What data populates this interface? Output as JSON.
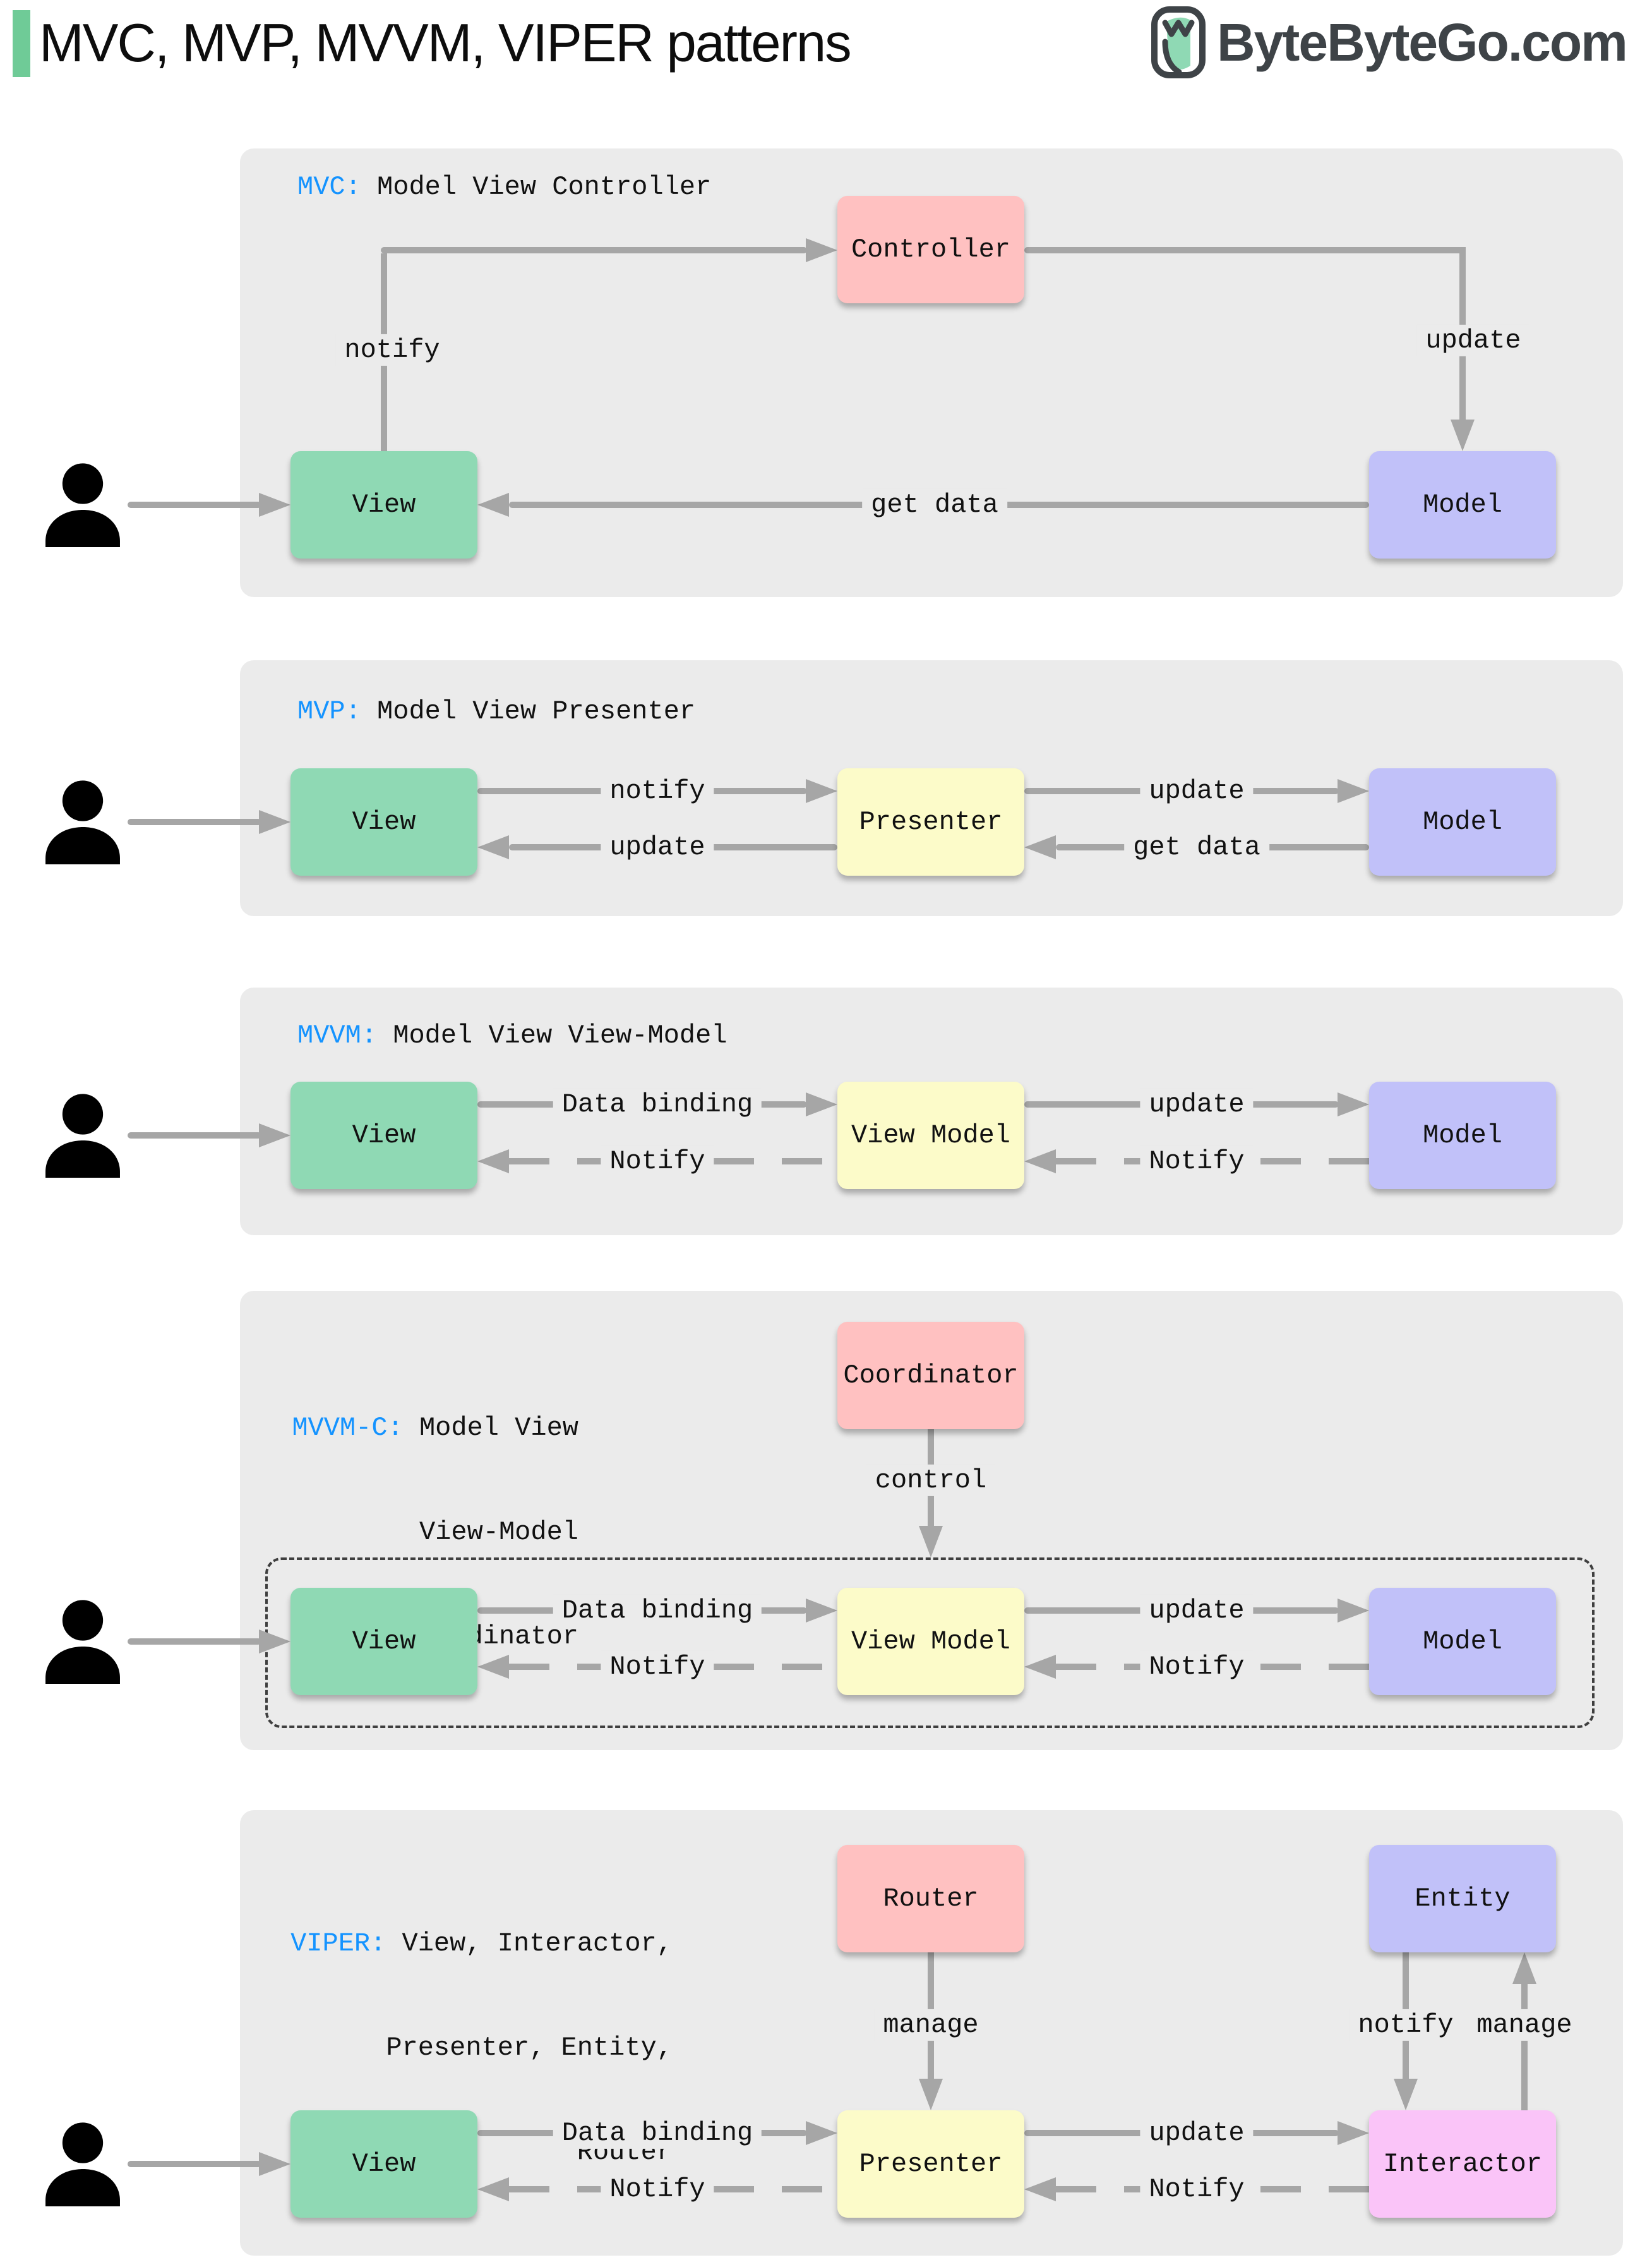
{
  "header": {
    "title": "MVC, MVP, MVVM, VIPER patterns",
    "logo_text": "ByteByteGo.com"
  },
  "icons": {
    "user": "person-icon",
    "logo": "bytebytego-owl-icon"
  },
  "colors": {
    "accent_green": "#6FCB97",
    "panel_bg": "#EBEBEB",
    "box_green": "#8FD9B4",
    "box_pink": "#FFC1C1",
    "box_lavender": "#C1C1F9",
    "box_yellow": "#FCFBC9",
    "box_magenta": "#FAC4F8",
    "arrow_gray": "#A6A6A6",
    "pattern_blue": "#1493FF",
    "logo_dark": "#3E4347"
  },
  "panels": [
    {
      "id": "mvc",
      "abbr": "MVC:",
      "name": " Model View Controller",
      "boxes": {
        "view": "View",
        "controller": "Controller",
        "model": "Model"
      },
      "labels": {
        "notify": "notify",
        "update": "update",
        "get_data": "get data"
      }
    },
    {
      "id": "mvp",
      "abbr": "MVP:",
      "name": " Model View Presenter",
      "boxes": {
        "view": "View",
        "presenter": "Presenter",
        "model": "Model"
      },
      "labels": {
        "notify": "notify",
        "update_view": "update",
        "update_model": "update",
        "get_data": "get data"
      }
    },
    {
      "id": "mvvm",
      "abbr": "MVVM:",
      "name": " Model View View-Model",
      "boxes": {
        "view": "View",
        "view_model": "View Model",
        "model": "Model"
      },
      "labels": {
        "data_binding": "Data binding",
        "notify_view": "Notify",
        "update": "update",
        "notify_view_model": "Notify"
      }
    },
    {
      "id": "mvvm-c",
      "abbr": "MVVM-C:",
      "name_lines": [
        " Model View",
        "View-Model",
        "Coordinator"
      ],
      "boxes": {
        "coordinator": "Coordinator",
        "view": "View",
        "view_model": "View Model",
        "model": "Model"
      },
      "labels": {
        "control": "control",
        "data_binding": "Data binding",
        "notify_view": "Notify",
        "update": "update",
        "notify_view_model": "Notify"
      }
    },
    {
      "id": "viper",
      "abbr": "VIPER:",
      "name_lines": [
        " View, Interactor,",
        "Presenter, Entity,",
        "Router"
      ],
      "boxes": {
        "router": "Router",
        "entity": "Entity",
        "view": "View",
        "presenter": "Presenter",
        "interactor": "Interactor"
      },
      "labels": {
        "manage_presenter": "manage",
        "notify_interactor": "notify",
        "manage_entity": "manage",
        "data_binding": "Data binding",
        "notify_view": "Notify",
        "update": "update",
        "notify_presenter": "Notify"
      }
    }
  ]
}
